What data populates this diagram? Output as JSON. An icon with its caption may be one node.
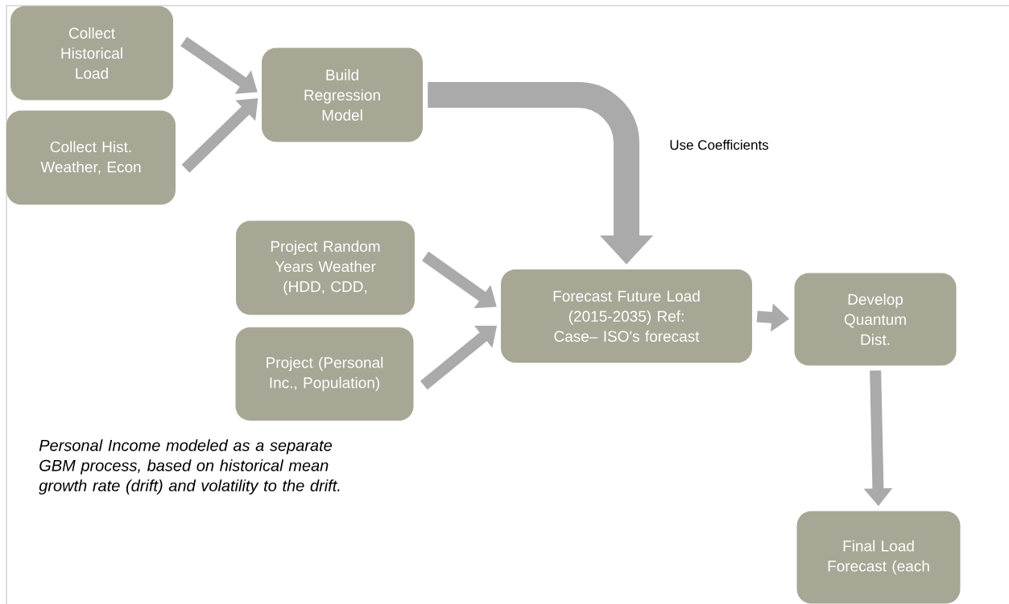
{
  "diagram": {
    "nodes": [
      {
        "text": [
          "Collect Historical Load"
        ]
      },
      {
        "text": [
          "Collect Hist. Weather, Econ"
        ]
      },
      {
        "text": [
          "Build Regression Model"
        ]
      },
      {
        "text": [
          "Project Random Years Weather (HDD, CDD,"
        ]
      },
      {
        "text": [
          "Project (Personal Inc., Population)"
        ]
      },
      {
        "text": [
          "Forecast Future Load (2015-2035) Ref: Case– ISO's forecast"
        ]
      },
      {
        "text": [
          "Develop Quantum Dist."
        ]
      },
      {
        "text": [
          "Final Load Forecast (each"
        ]
      }
    ],
    "edges": [
      {
        "from": 0,
        "to": 2,
        "arrow": "to"
      },
      {
        "from": 1,
        "to": 2,
        "arrow": "to"
      },
      {
        "from": 2,
        "to": 5,
        "arrow": "to",
        "label": "Use Coefficients",
        "style": "thick"
      },
      {
        "from": 3,
        "to": 5,
        "arrow": "to"
      },
      {
        "from": 4,
        "to": 5,
        "arrow": "to"
      },
      {
        "from": 5,
        "to": 6,
        "arrow": "to"
      },
      {
        "from": 6,
        "to": 7,
        "arrow": "to"
      }
    ],
    "labels": [
      "*Personal Income modeled as a separate GBM process, based on historical mean  growth rate (drift) and volatility to the drift.*"
    ]
  }
}
